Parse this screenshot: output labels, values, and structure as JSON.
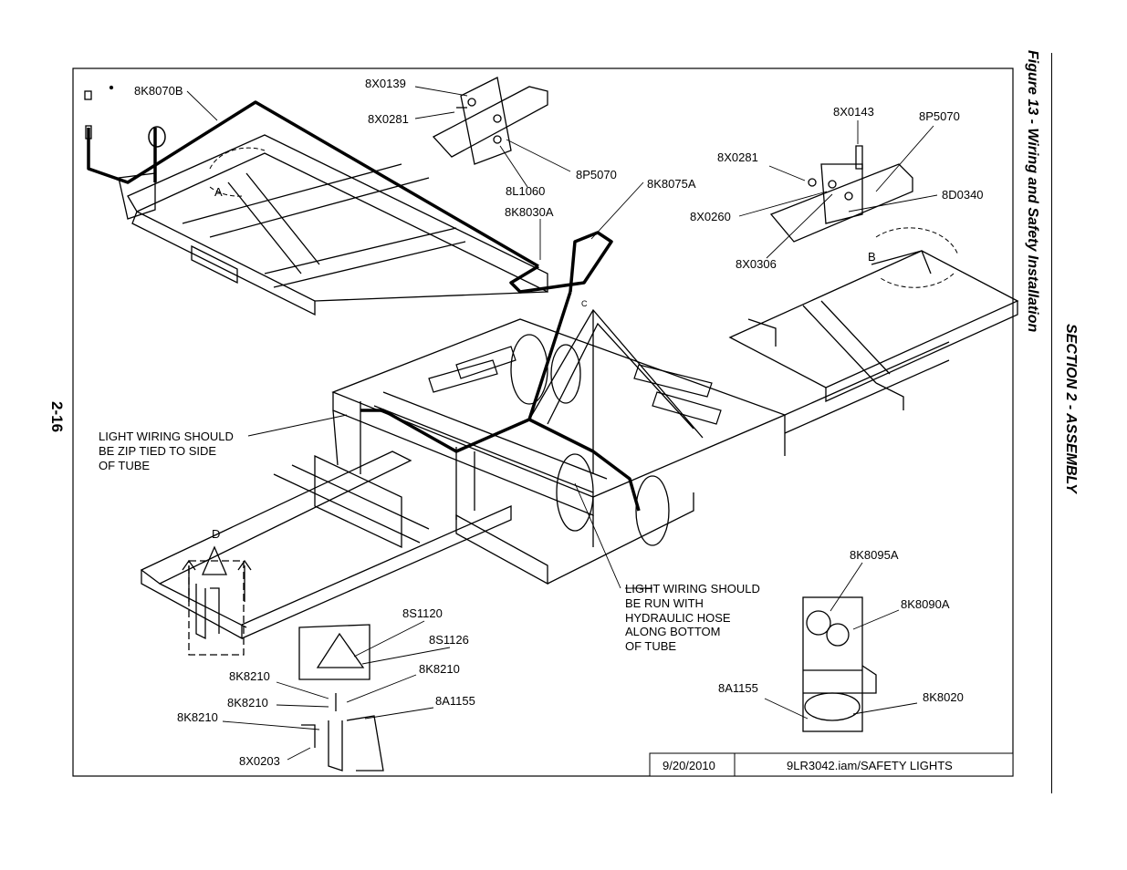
{
  "page_number": "2-16",
  "section_title": "SECTION 2 - ASSEMBLY",
  "figure_title": "Figure 13 - Wiring and Safety Installation",
  "title_block": {
    "date": "9/20/2010",
    "file": "9LR3042.iam/SAFETY LIGHTS"
  },
  "notes": {
    "zip_tie": [
      "LIGHT WIRING SHOULD",
      "BE ZIP TIED TO SIDE",
      "OF TUBE"
    ],
    "hydraulic": [
      "LIGHT WIRING SHOULD",
      "BE RUN WITH",
      "HYDRAULIC HOSE",
      "ALONG BOTTOM",
      "OF TUBE"
    ]
  },
  "part_labels": {
    "p_8K8070B": "8K8070B",
    "p_8X0139": "8X0139",
    "p_8X0281_top": "8X0281",
    "p_8P5070_top": "8P5070",
    "p_8L1060": "8L1060",
    "p_8K8030A": "8K8030A",
    "p_8K8075A": "8K8075A",
    "p_8X0143": "8X0143",
    "p_8P5070_right": "8P5070",
    "p_8X0281_right": "8X0281",
    "p_8D0340": "8D0340",
    "p_8X0260": "8X0260",
    "p_8X0306": "8X0306",
    "p_8S1120": "8S1120",
    "p_8S1126": "8S1126",
    "p_8K8210_a": "8K8210",
    "p_8K8210_b": "8K8210",
    "p_8K8210_c": "8K8210",
    "p_8K8210_d": "8K8210",
    "p_8A1155_left": "8A1155",
    "p_8X0203": "8X0203",
    "p_8K8095A": "8K8095A",
    "p_8K8090A": "8K8090A",
    "p_8A1155_right": "8A1155",
    "p_8K8020": "8K8020"
  },
  "detail_letters": {
    "a": "A",
    "b": "B",
    "c": "C",
    "d": "D"
  }
}
